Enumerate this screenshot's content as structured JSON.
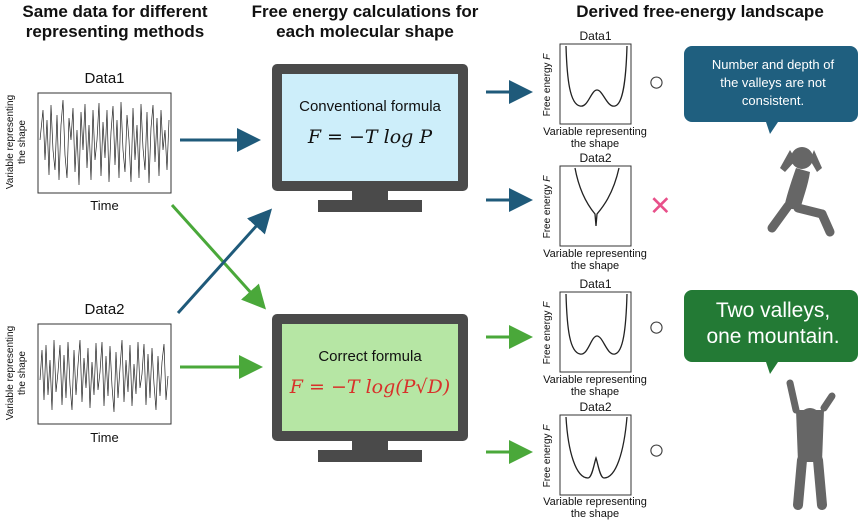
{
  "headers": {
    "col1": "Same data for different\nrepresenting methods",
    "col2": "Free energy calculations for\neach molecular shape",
    "col3": "Derived free-energy landscape"
  },
  "input_panels": {
    "data1_title": "Data1",
    "data2_title": "Data2",
    "y_label": "Variable representing\nthe shape",
    "x_label": "Time"
  },
  "monitors": {
    "conventional_title": "Conventional formula",
    "conventional_formula": "F = −T log P",
    "correct_title": "Correct formula",
    "correct_formula": "F = −T log(P√D)"
  },
  "landscape_panels": {
    "titles": [
      "Data1",
      "Data2",
      "Data1",
      "Data2"
    ],
    "y_label": "Free energy",
    "y_symbol": "F",
    "x_label": "Variable representing\nthe shape"
  },
  "marks": {
    "circle": "○",
    "cross": "✕"
  },
  "bubbles": {
    "bad": "Number and depth of\nthe valleys are not\nconsistent.",
    "good": "Two valleys,\none mountain."
  },
  "colors": {
    "dark_blue_arrow": "#1f5a7a",
    "green_arrow": "#4aa83a",
    "screen_blue": "#cdeefa",
    "screen_green": "#b6e6a4",
    "monitor": "#4a4a4a",
    "bubble_blue": "#1f5f7f",
    "bubble_green": "#237a35",
    "cross": "#e8508a",
    "formula_red": "#d8312a",
    "person": "#666666"
  }
}
